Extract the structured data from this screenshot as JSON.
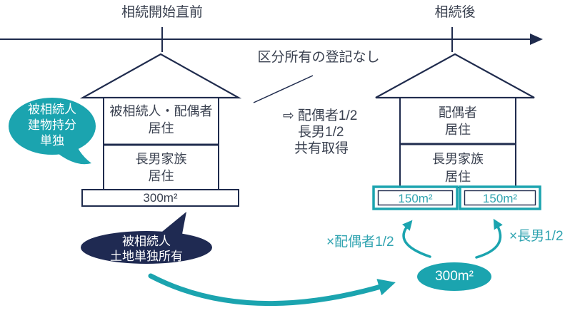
{
  "timeline": {
    "label_before": "相続開始直前",
    "label_after": "相続後"
  },
  "annotation": {
    "text": "区分所有の登記なし"
  },
  "house_before": {
    "upper_floor_line1": "被相続人・配偶者",
    "upper_floor_line2": "居住",
    "lower_floor_line1": "長男家族",
    "lower_floor_line2": "居住",
    "land_area": "300m²"
  },
  "house_after": {
    "upper_floor_line1": "配偶者",
    "upper_floor_line2": "居住",
    "lower_floor_line1": "長男家族",
    "lower_floor_line2": "居住",
    "land_parcel_left": "150m²",
    "land_parcel_right": "150m²"
  },
  "transfer": {
    "arrow": "⇨",
    "line1": "配偶者1/2",
    "line2": "長男1/2",
    "line3": "共有取得"
  },
  "building_bubble": {
    "line1": "被相続人",
    "line2": "建物持分",
    "line3": "単独"
  },
  "land_bubble": {
    "line1": "被相続人",
    "line2": "土地単独所有"
  },
  "land_split": {
    "spouse_share": "×配偶者1/2",
    "son_share": "×長男1/2",
    "total_area": "300m²"
  },
  "colors": {
    "navy_line": "#1F2B4D",
    "navy_fill": "#1F2A52",
    "teal": "#1BA4AF"
  }
}
